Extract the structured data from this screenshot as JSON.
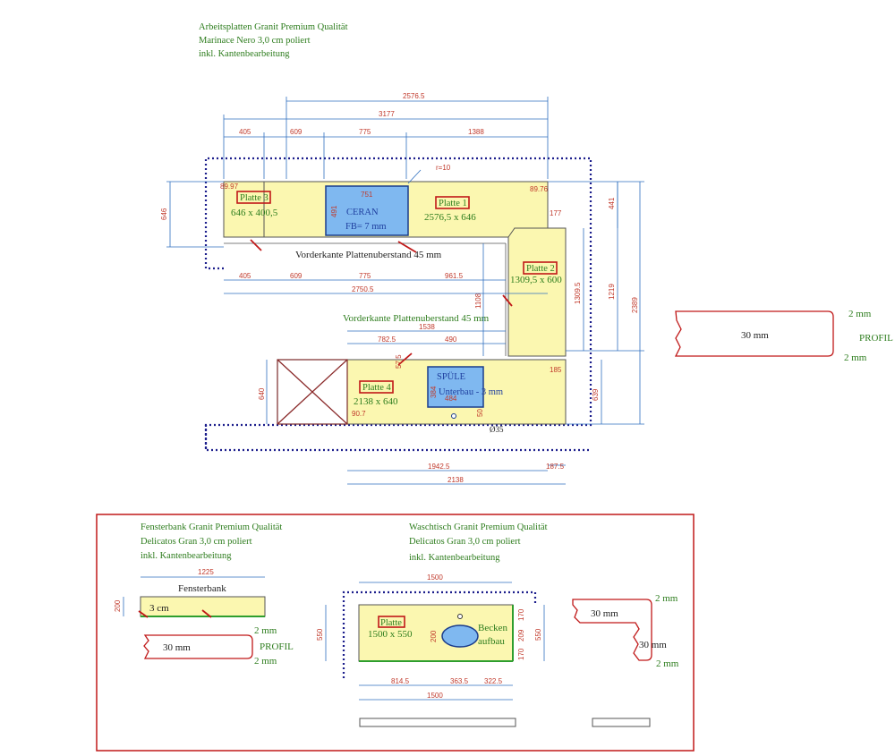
{
  "header": {
    "line1": "Arbeitsplatten Granit Premium Qualität",
    "line2": "Marinace Nero 3,0 cm poliert",
    "line3": "inkl. Kantenbearbeitung"
  },
  "top_dims": {
    "d_2576": "2576.5",
    "d_3177": "3177",
    "d_405": "405",
    "d_609": "609",
    "d_775": "775",
    "d_1388": "1388",
    "d_r10": "r=10",
    "d_751": "751",
    "d_491": "491",
    "d_8997": "89.97",
    "d_8976": "89.76",
    "d_177": "177",
    "d_441": "441",
    "d_646": "646",
    "d_1219": "1219",
    "d_2389": "2389",
    "d_13095": "1309.5",
    "d_1108": "1108",
    "d_185": "185",
    "d_639": "639",
    "d_640": "640"
  },
  "bottom_dims": {
    "d_405b": "405",
    "d_609b": "609",
    "d_775b": "775",
    "d_9615": "961.5",
    "d_27505": "2750.5",
    "d_1538": "1538",
    "d_7825": "782.5",
    "d_490": "490",
    "d_575": "57.5",
    "d_384": "384",
    "d_484": "484",
    "d_50": "50",
    "d_907": "90.7",
    "d_19425": "1942.5",
    "d_1875": "187.5",
    "d_2138": "2138",
    "d_o35": "Ø35"
  },
  "plates": {
    "p1_tag": "Platte 1",
    "p1_size": "2576,5 x 646",
    "p2_tag": "Platte 2",
    "p2_size": "1309,5 x 600",
    "p3_tag": "Platte 3",
    "p3_size": "646 x 400,5",
    "p4_tag": "Platte 4",
    "p4_size": "2138 x 640",
    "ceran1": "CERAN",
    "ceran2": "FB= 7 mm",
    "spule1": "SPÜLE",
    "spule2": "Unterbau - 3 mm"
  },
  "notes": {
    "vorderkante1": "Vorderkante Plattenuberstand 45 mm",
    "vorderkante2": "Vorderkante Plattenuberstand 45 mm"
  },
  "profile_top": {
    "thickness": "30 mm",
    "r1": "2 mm",
    "r2": "2 mm",
    "label": "PROFIL"
  },
  "fensterbank": {
    "line1": "Fensterbank Granit Premium Qualität",
    "line2": "Delicatos Gran 3,0 cm poliert",
    "line3": "inkl. Kantenbearbeitung",
    "d_1225": "1225",
    "d_200": "200",
    "label": "Fensterbank",
    "thick": "3 cm",
    "prof_thick": "30 mm",
    "prof_r1": "2 mm",
    "prof_r2": "2 mm",
    "prof_label": "PROFIL"
  },
  "waschtisch": {
    "line1": "Waschtisch Granit Premium Qualität",
    "line2": "Delicatos Gran 3,0 cm poliert",
    "line3": "inkl. Kantenbearbeitung",
    "d_1500a": "1500",
    "d_550a": "550",
    "d_550b": "550",
    "d_1500b": "1500",
    "d_8145": "814.5",
    "d_3635": "363.5",
    "d_3225": "322.5",
    "d_200": "200",
    "d_170a": "170",
    "d_209": "209",
    "d_170b": "170",
    "plate_tag": "Platte",
    "plate_size": "1500 x 550",
    "becken1": "Becken",
    "becken2": "aufbau",
    "prof_thick1": "30 mm",
    "prof_thick2": "30 mm",
    "prof_r1": "2 mm",
    "prof_r2": "2 mm"
  }
}
